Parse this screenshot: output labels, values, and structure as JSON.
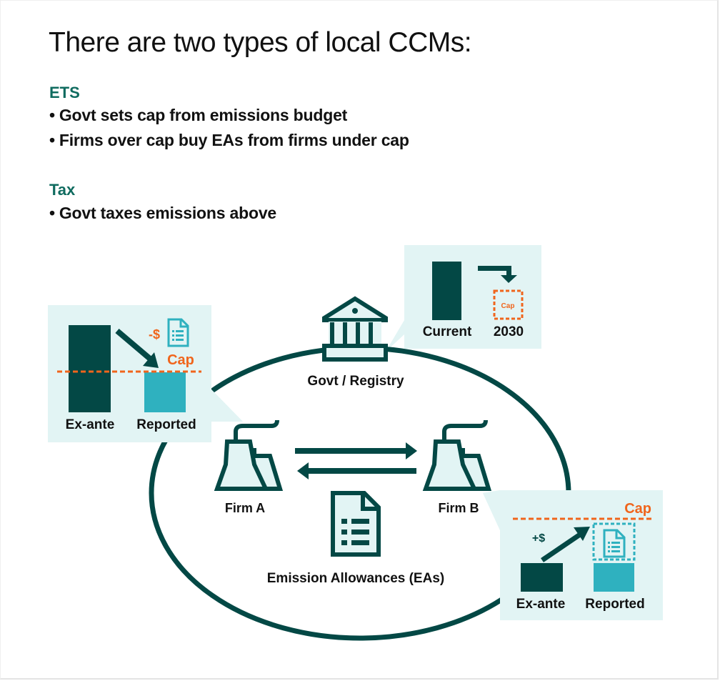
{
  "title": "There are two types of local CCMs:",
  "sections": [
    {
      "heading": "ETS",
      "bullets": [
        "Govt sets cap from emissions budget",
        "Firms over cap buy EAs from firms under cap"
      ]
    },
    {
      "heading": "Tax",
      "bullets": [
        "Govt taxes emissions above"
      ]
    }
  ],
  "bullet_glyph": "•",
  "diagram": {
    "center": {
      "govt_label": "Govt / Registry",
      "firm_a_label": "Firm A",
      "firm_b_label": "Firm B",
      "allowances_label": "Emission Allowances (EAs)"
    },
    "callout_left": {
      "money_label": "-$",
      "cap_label": "Cap",
      "bar1_label": "Ex-ante",
      "bar2_label": "Reported"
    },
    "callout_top": {
      "cap_label": "Cap",
      "bar1_label": "Current",
      "bar2_label": "2030"
    },
    "callout_right": {
      "money_label": "+$",
      "cap_label": "Cap",
      "bar1_label": "Ex-ante",
      "bar2_label": "Reported"
    }
  },
  "colors": {
    "dark_teal": "#034845",
    "heading_teal": "#0f6b5f",
    "light_teal": "#2fb1bf",
    "callout_bg": "#e2f4f4",
    "accent_orange": "#f0651c"
  }
}
